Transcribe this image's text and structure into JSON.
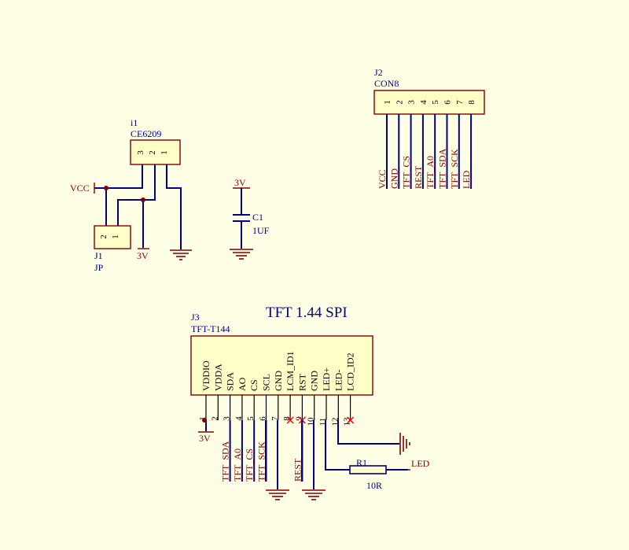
{
  "colors": {
    "background": "#FFFFE6",
    "component_body": "#FFFFC8",
    "component_outline": "#800000",
    "wire": "#000080",
    "net_label": "#800000",
    "designator": "#000080"
  },
  "components": {
    "i1": {
      "designator": "i1",
      "value": "CE6209",
      "pins": [
        "3",
        "2",
        "1"
      ]
    },
    "j1": {
      "designator": "J1",
      "value": "JP",
      "pins": [
        "2",
        "1"
      ]
    },
    "c1": {
      "designator": "C1",
      "value": "1UF"
    },
    "j2": {
      "designator": "J2",
      "value": "CON8",
      "pins": [
        "1",
        "2",
        "3",
        "4",
        "5",
        "6",
        "7",
        "8"
      ],
      "nets": [
        "VCC",
        "GND",
        "TFT_CS",
        "REST",
        "TFT_A0",
        "TFT_SDA",
        "TFT_SCK",
        "LED"
      ]
    },
    "j3": {
      "designator": "J3",
      "value": "TFT-T144",
      "title": "TFT 1.44 SPI",
      "pin_names": [
        "VDDIO",
        "VDDA",
        "SDA",
        "AO",
        "CS",
        "SCL",
        "GND",
        "LCM_ID1",
        "RST",
        "GND",
        "LED+",
        "LED-",
        "LCD_ID2"
      ],
      "pins": [
        "1",
        "2",
        "3",
        "4",
        "5",
        "6",
        "7",
        "8",
        "9",
        "10",
        "11",
        "12",
        "13"
      ],
      "nets": [
        "TFT_SDA",
        "TFT_A0",
        "TFT_CS",
        "TFT_SCK",
        "REST"
      ]
    },
    "r1": {
      "designator": "R1",
      "value": "10R"
    }
  },
  "net_labels": {
    "vcc": "VCC",
    "v3_j1": "3V",
    "v3_c1": "3V",
    "v3_j3": "3V",
    "led": "LED"
  }
}
